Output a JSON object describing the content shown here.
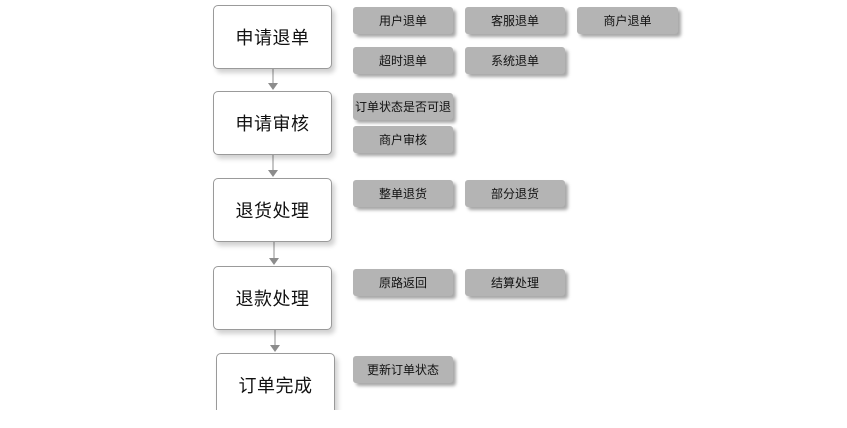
{
  "stages": [
    {
      "label": "申请退单",
      "items": [
        "用户退单",
        "客服退单",
        "商户退单",
        "超时退单",
        "系统退单"
      ]
    },
    {
      "label": "申请审核",
      "items": [
        "订单状态是否可退",
        "商户审核"
      ]
    },
    {
      "label": "退货处理",
      "items": [
        "整单退货",
        "部分退货"
      ]
    },
    {
      "label": "退款处理",
      "items": [
        "原路返回",
        "结算处理"
      ]
    },
    {
      "label": "订单完成",
      "items": [
        "更新订单状态"
      ]
    }
  ],
  "colors": {
    "stage_fill": "#ffffff",
    "stage_border": "#9a9a9a",
    "sub_fill": "#b4b4b4",
    "arrow": "#8c8c8c"
  }
}
